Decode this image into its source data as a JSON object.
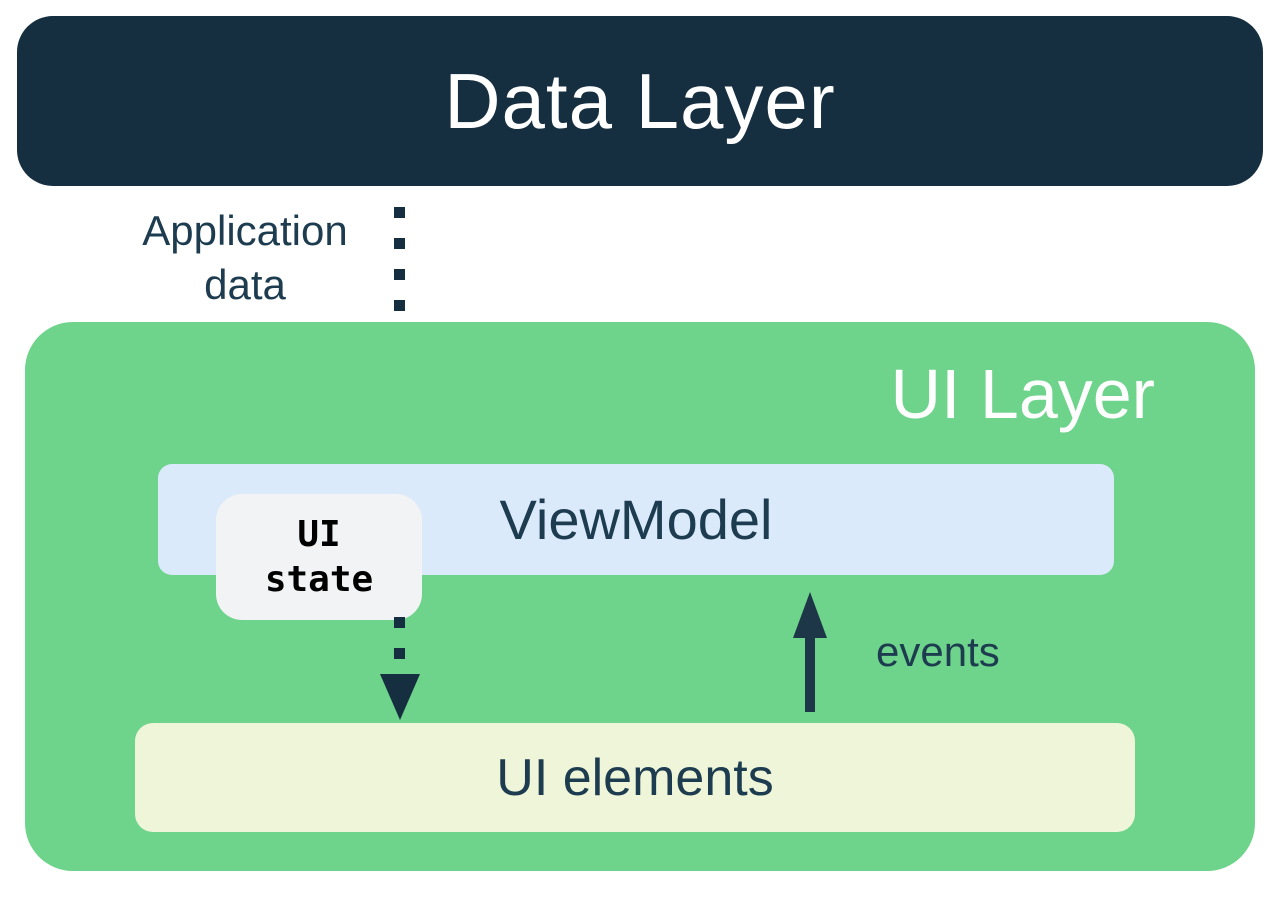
{
  "palette": {
    "navy_box": "#152F40",
    "text_navy": "#1D3C4F",
    "arrow_navy": "#1D3648",
    "green_layer": "#6ED38B",
    "viewmodel_blue": "#DAEAFB",
    "ui_elements_yellow": "#EFF5D8",
    "badge_gray": "#F1F3F4",
    "badge_text": "#000000",
    "title_white": "#FFFFFF"
  },
  "diagram": {
    "data_layer": {
      "title": "Data Layer"
    },
    "ui_layer": {
      "title": "UI Layer",
      "viewmodel": {
        "label": "ViewModel"
      },
      "ui_state_badge": {
        "label": "UI state"
      },
      "ui_elements": {
        "label": "UI elements"
      }
    },
    "arrows": {
      "application_data": {
        "label": "Application data",
        "style": "dotted",
        "direction": "down"
      },
      "events": {
        "label": "events",
        "style": "solid",
        "direction": "up"
      }
    }
  }
}
